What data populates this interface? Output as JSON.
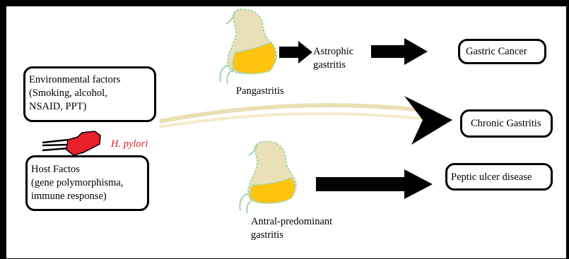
{
  "colors": {
    "stomach_body": "#eae0b8",
    "stomach_fill": "#ffc40f",
    "stomach_outline": "#9fd6a8",
    "bacterium": "#e8202a",
    "flow_band": "#efe7bf"
  },
  "icons": {
    "stomach": "stomach-icon",
    "bacterium": "h-pylori-bacterium-icon",
    "arrow": "right-arrow-icon"
  },
  "environmental": {
    "lines": [
      "Environmental factors",
      "(Smoking, alcohol,",
      "NSAID, PPT)"
    ]
  },
  "pathogen": {
    "label": "H. pylori"
  },
  "host": {
    "lines": [
      "Host Factos",
      "(gene polymorphisma,",
      "immune response)"
    ]
  },
  "pangastritis": {
    "label": "Pangastritis"
  },
  "atrophic": {
    "lines": [
      "Astrophic",
      "gastritis"
    ]
  },
  "antral": {
    "lines": [
      "Antral-predominant",
      "gastritis"
    ]
  },
  "outcomes": {
    "gastric_cancer": "Gastric Cancer",
    "chronic_gastritis": "Chronic Gastritis",
    "peptic_ulcer": "Peptic ulcer disease"
  }
}
